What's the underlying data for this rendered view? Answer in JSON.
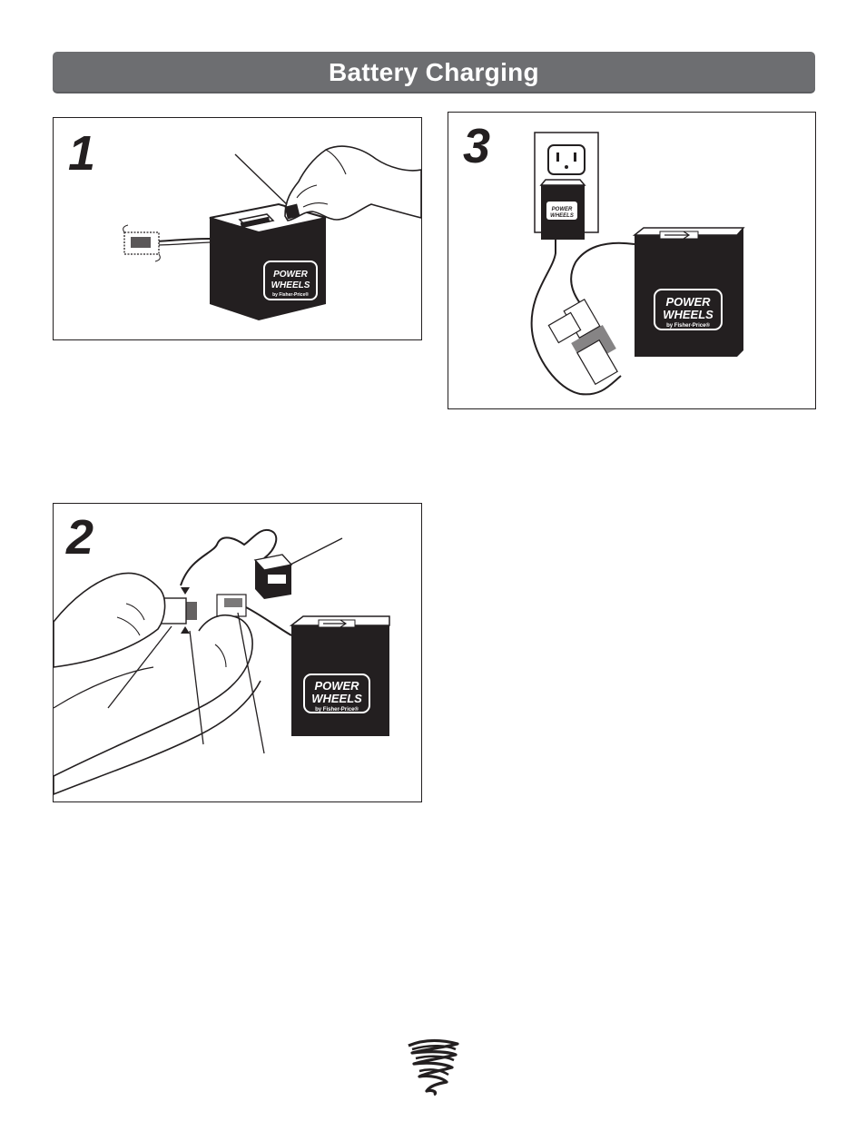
{
  "header": {
    "title": "Battery Charging"
  },
  "steps": [
    {
      "number": "1"
    },
    {
      "number": "2"
    },
    {
      "number": "3"
    }
  ],
  "battery_logo": {
    "line1": "POWER",
    "line2": "WHEELS",
    "line3": "by Fisher-Price®"
  },
  "icons": [
    "hand-icon",
    "battery-icon",
    "charger-icon",
    "wall-outlet-icon",
    "connector-icon",
    "leader-line"
  ],
  "colors": {
    "header_bg": "#6d6e71",
    "ink": "#231f20"
  }
}
